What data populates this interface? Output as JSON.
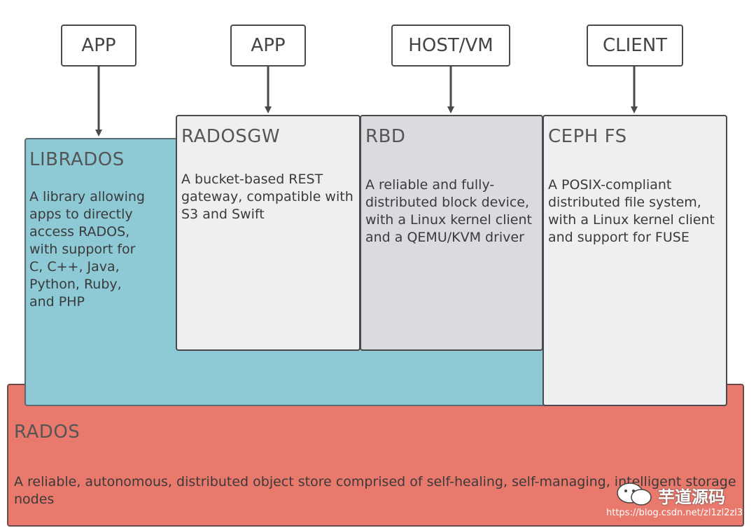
{
  "top_boxes": {
    "app1": "APP",
    "app2": "APP",
    "hostvm": "HOST/VM",
    "client": "CLIENT"
  },
  "librados": {
    "title": "LIBRADOS",
    "lines": [
      "A library allowing",
      "apps to directly",
      "access RADOS,",
      "with support for",
      "C, C++, Java,",
      "Python, Ruby,",
      "and PHP"
    ]
  },
  "radosgw": {
    "title": "RADOSGW",
    "lines": [
      "A bucket-based REST",
      "gateway, compatible with",
      "S3 and Swift"
    ]
  },
  "rbd": {
    "title": "RBD",
    "lines": [
      "A reliable and fully-",
      "distributed block device,",
      "with a Linux kernel client",
      "and a QEMU/KVM driver"
    ]
  },
  "cephfs": {
    "title": "CEPH FS",
    "lines": [
      "A POSIX-compliant",
      "distributed file system,",
      "with a Linux kernel client",
      "and support for FUSE"
    ]
  },
  "rados": {
    "title": "RADOS",
    "lines": [
      "A reliable, autonomous, distributed object store comprised of self-healing, self-managing, intelligent storage",
      "nodes"
    ]
  },
  "watermark": {
    "name": "芋道源码",
    "url": "https://blog.csdn.net/zl1zl2zl3"
  },
  "colors": {
    "librados": "#8ecad6",
    "rados": "#e8796c",
    "rbd": "#d9dbdf",
    "radosgw": "#eeeff1"
  }
}
